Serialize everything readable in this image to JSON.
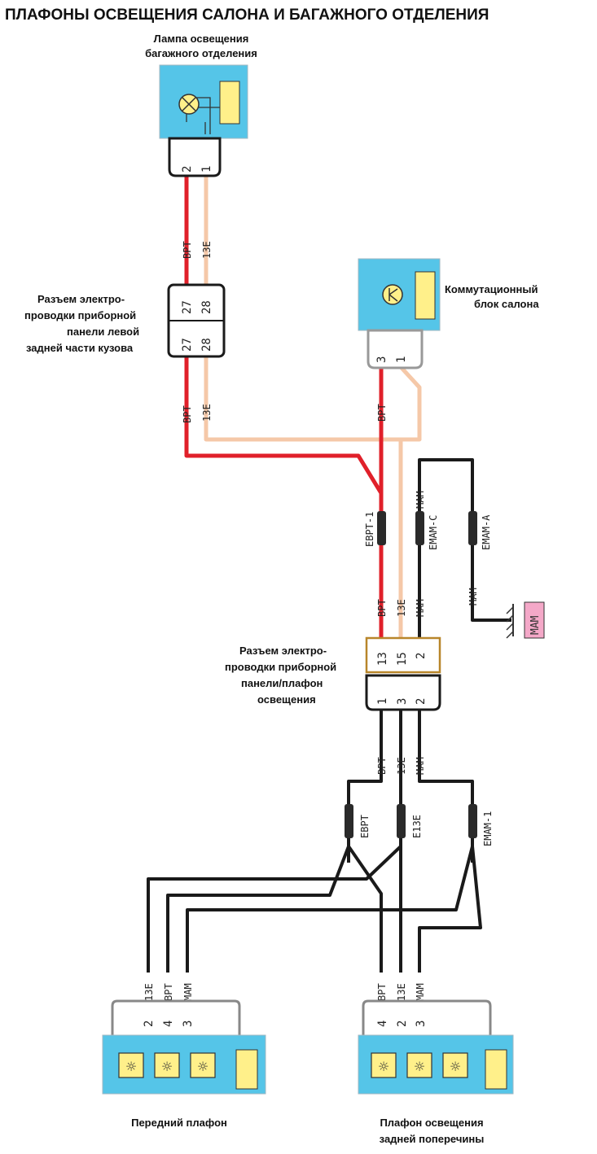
{
  "title": "ПЛАФОНЫ ОСВЕЩЕНИЯ САЛОНА И БАГАЖНОГО ОТДЕЛЕНИЯ",
  "colors": {
    "red": "#e0202a",
    "peach": "#f5c8a8",
    "black": "#1a1a1a",
    "module_blue": "#55c5e8",
    "yellow": "#fff08a",
    "ground_pink": "#f4a8c8"
  },
  "components": {
    "trunk_lamp": {
      "label_lines": [
        "Лампа освещения",
        "багажного отделения"
      ],
      "pins": [
        "2",
        "1"
      ]
    },
    "panel_connector": {
      "label_lines": [
        "Разъем электро-",
        "проводки приборной",
        "панели левой",
        "задней части кузова"
      ],
      "pins_top": [
        "27",
        "28"
      ],
      "pins_bottom": [
        "27",
        "28"
      ]
    },
    "switch_unit": {
      "label_lines": [
        "Коммутационный",
        "блок салона"
      ],
      "pins": [
        "3",
        "1"
      ]
    },
    "ceiling_connector": {
      "label_lines": [
        "Разъем электро-",
        "проводки приборной",
        "панели/плафон",
        "освещения"
      ],
      "pins_top": [
        "13",
        "15",
        "2"
      ],
      "pins_bottom": [
        "1",
        "3",
        "2"
      ]
    },
    "front_lamp": {
      "label_lines": [
        "Передний плафон"
      ],
      "pins": [
        "2",
        "4",
        "3"
      ]
    },
    "rear_lamp": {
      "label_lines": [
        "Плафон освещения",
        "задней поперечины"
      ],
      "pins": [
        "4",
        "2",
        "3"
      ]
    },
    "ground": {
      "label": "МАМ"
    }
  },
  "wires": {
    "trunk_left": "ВРТ",
    "trunk_right": "13Е",
    "conn_left": "ВРТ",
    "conn_right": "13Е",
    "switch_pin3": "ВРТ",
    "splice_evrt1": "ЕВРТ-1",
    "mam_top": "МАМ",
    "splice_emam_c": "ЕМАМ-С",
    "splice_emam_a": "ЕМАМ-А",
    "mam_ground": "МАМ",
    "pre_conn_1": "ВРТ",
    "pre_conn_2": "13Е",
    "pre_conn_3": "МАМ",
    "post_conn_1": "ВРТ",
    "post_conn_2": "13Е",
    "post_conn_3": "МАМ",
    "splice_evrt": "ЕВРТ",
    "splice_e13e": "Е13Е",
    "splice_emam1": "ЕМАМ-1",
    "front_1": "13Е",
    "front_2": "ВРТ",
    "front_3": "МАМ",
    "rear_1": "ВРТ",
    "rear_2": "13Е",
    "rear_3": "МАМ"
  }
}
